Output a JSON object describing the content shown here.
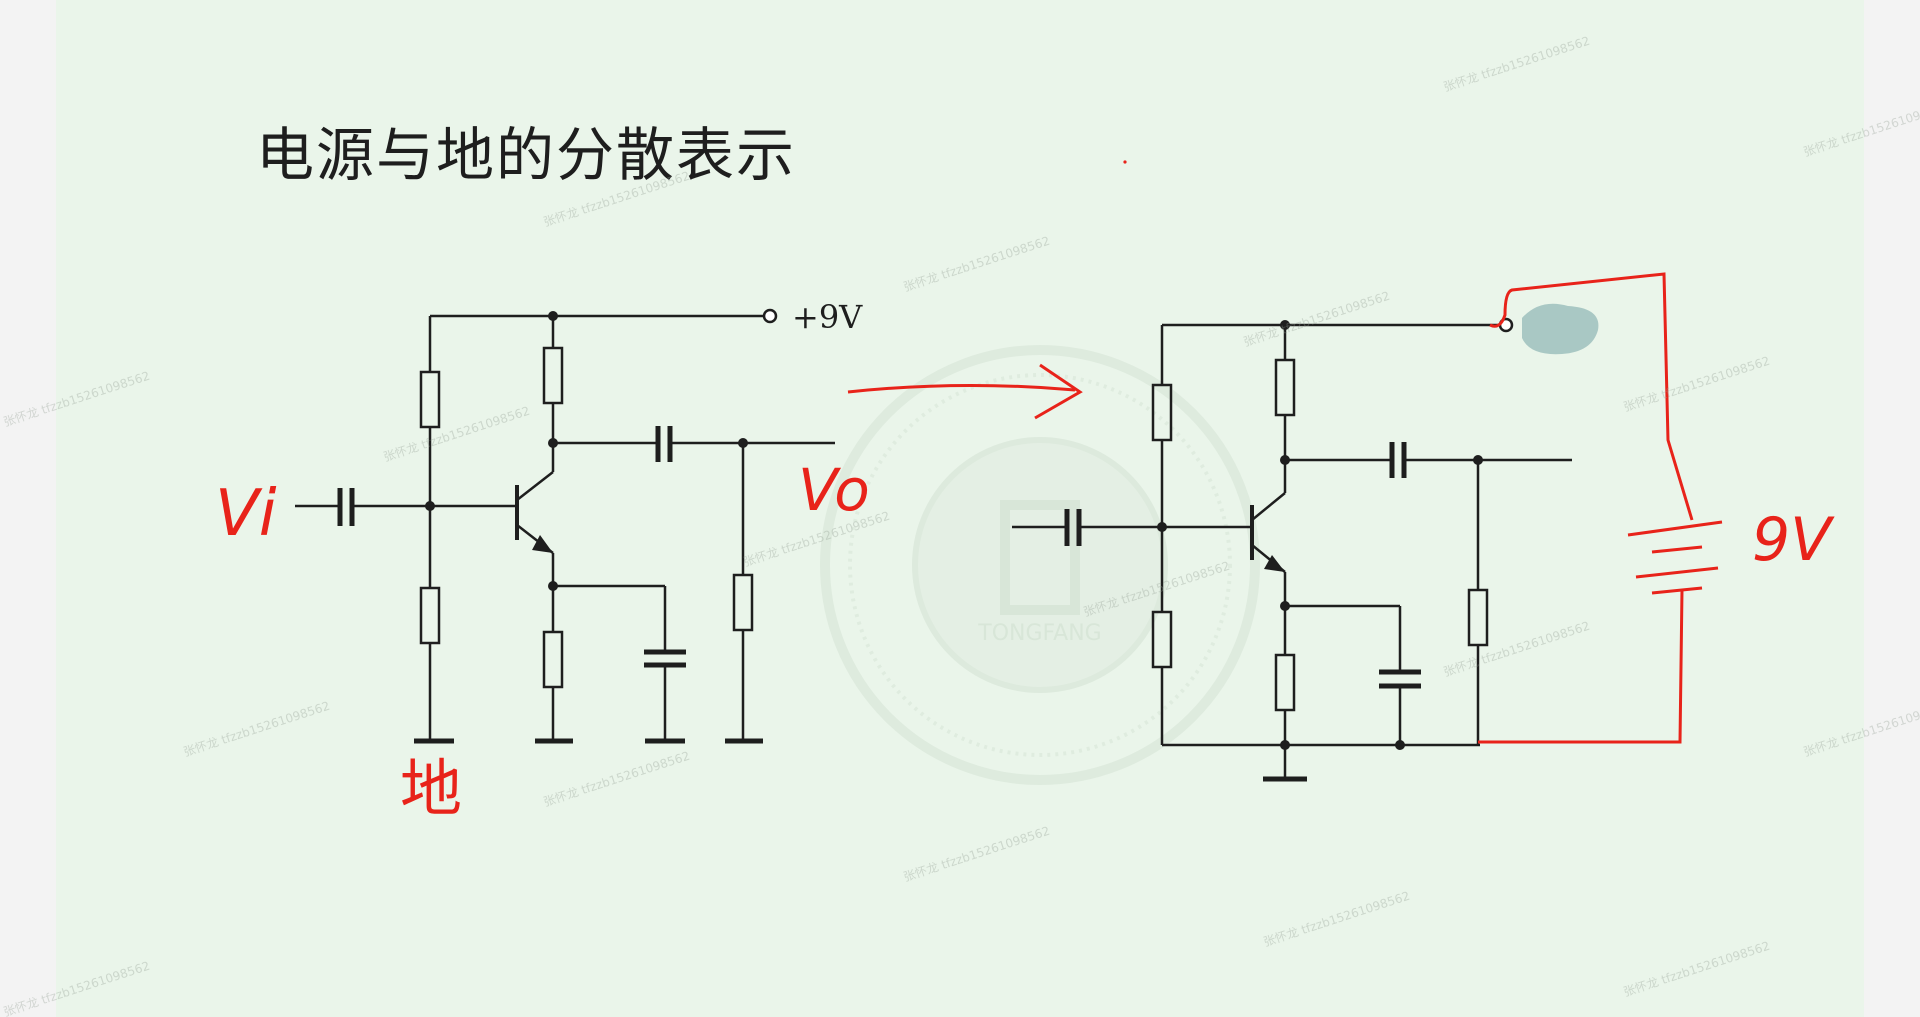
{
  "slide": {
    "title": "电源与地的分散表示"
  },
  "left_circuit": {
    "supply_label": "+9V",
    "input_label": "Vi",
    "output_label": "Vo",
    "ground_annotation": "地"
  },
  "right_circuit": {
    "battery_label": "9V"
  },
  "watermark": {
    "logo_text": "TONGFANG",
    "repeat_text": "张怀龙 tfzzb15261098562"
  },
  "colors": {
    "slide_bg": "#eaf5ea",
    "ink": "#1e1e1e",
    "annotation_red": "#e8231a",
    "eraser_blob": "#a9c8c4"
  }
}
